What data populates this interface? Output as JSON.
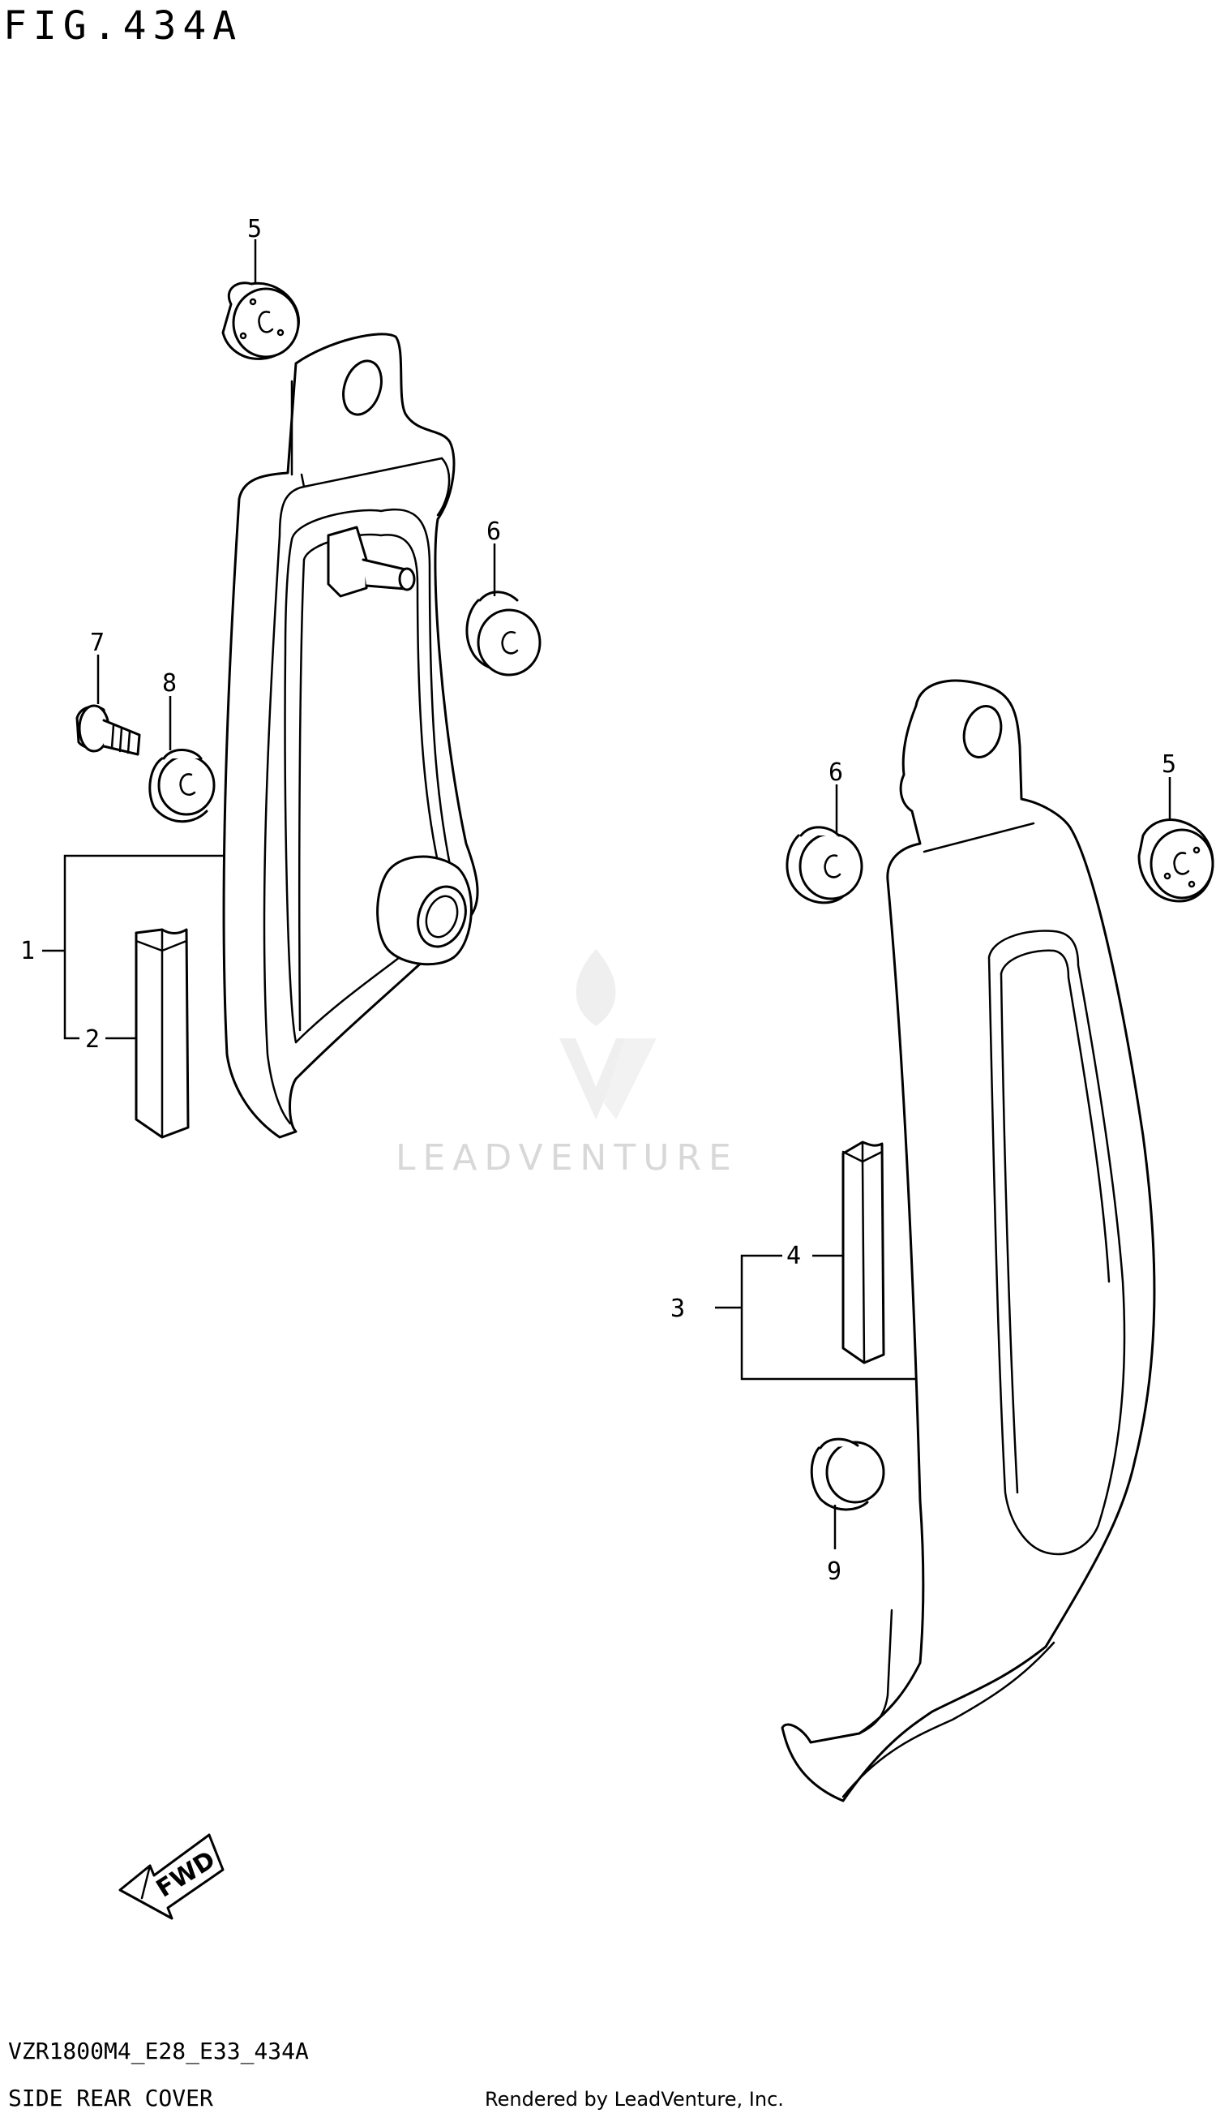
{
  "header": {
    "figure_label": "FIG.434A"
  },
  "callouts": [
    "1",
    "2",
    "3",
    "4",
    "5",
    "5",
    "6",
    "6",
    "7",
    "8",
    "9"
  ],
  "direction_arrow": {
    "label": "FWD",
    "icon": "fwd-arrow-icon"
  },
  "watermark": {
    "text": "LEADVENTURE",
    "icon": "leadventure-logo-icon",
    "color": "#d8d8d8"
  },
  "footer": {
    "diagram_code": "VZR1800M4_E28_E33_434A",
    "diagram_name": "SIDE REAR COVER",
    "credit": "Rendered by LeadVenture, Inc."
  }
}
